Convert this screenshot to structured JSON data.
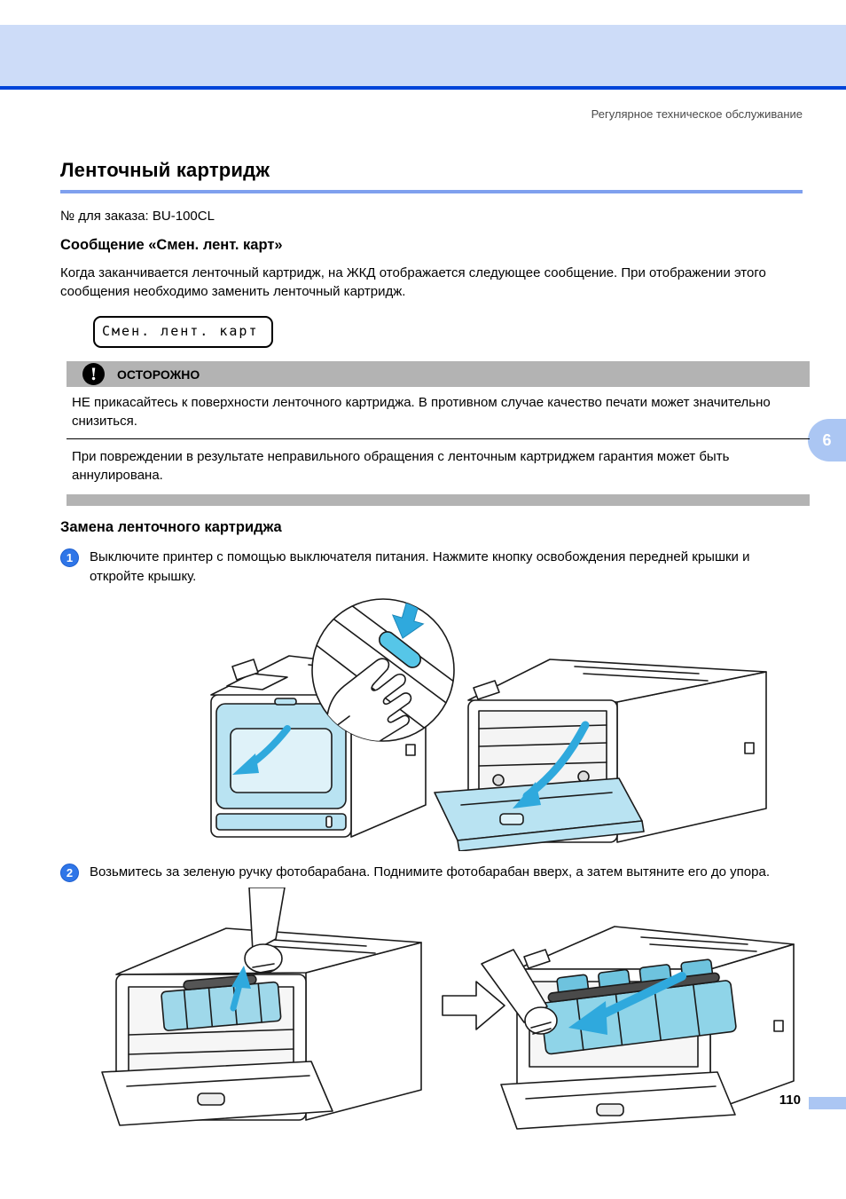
{
  "header": {
    "caption": "Регулярное техническое обслуживание"
  },
  "title": "Ленточный картридж",
  "order_line": "№ для заказа: BU-100CL",
  "message": {
    "heading": "Сообщение «Смен. лент. карт»",
    "body": "Когда заканчивается ленточный картридж, на ЖКД отображается следующее сообщение. При отображении этого сообщения необходимо заменить ленточный картридж.",
    "lcd_text": "Смен. лент. карт"
  },
  "caution": {
    "label": "ОСТОРОЖНО",
    "icon_glyph": "!",
    "items": [
      "НЕ прикасайтесь к поверхности ленточного картриджа. В противном случае качество печати может значительно снизиться.",
      "При повреждении в результате неправильного обращения с ленточным картриджем гарантия может быть аннулирована."
    ]
  },
  "replacement": {
    "heading": "Замена ленточного картриджа",
    "steps": [
      {
        "num": "1",
        "text": "Выключите принтер с помощью выключателя питания. Нажмите кнопку освобождения передней крышки и откройте крышку."
      },
      {
        "num": "2",
        "text": "Возьмитесь за зеленую ручку фотобарабана. Поднимите фотобарабан вверх, а затем вытяните его до упора."
      }
    ]
  },
  "sidebar_tab": {
    "label": "6"
  },
  "footer": {
    "page_number": "110"
  },
  "colors": {
    "header_band": "#cddcf8",
    "header_line": "#0045d9",
    "title_rule": "#7fa0ee",
    "chapter_tab": "#abc6f3",
    "caution_band": "#b3b3b3",
    "step_badge": "#2f76e8",
    "cover_blue": "#b9e3f2",
    "drum_cyan": "#8fd4e8",
    "arrow_blue": "#2fa9dd"
  }
}
